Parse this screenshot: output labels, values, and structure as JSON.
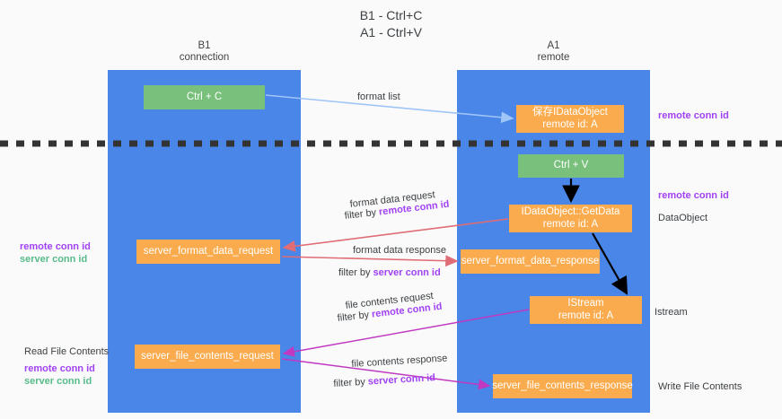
{
  "title": {
    "line1": "B1 - Ctrl+C",
    "line2": "A1 - Ctrl+V"
  },
  "lanes": [
    {
      "id": "b1",
      "name": "B1",
      "role": "connection"
    },
    {
      "id": "a1",
      "name": "A1",
      "role": "remote"
    }
  ],
  "nodes": {
    "ctrl_c": {
      "label": "Ctrl + C",
      "color": "#78c07c"
    },
    "save_idataobject": {
      "line1": "保存IDataObject",
      "line2": "remote id: A",
      "color": "#f9ab4e"
    },
    "ctrl_v": {
      "label": "Ctrl + V",
      "color": "#78c07c"
    },
    "getdata": {
      "line1": "IDataObject::GetData",
      "line2": "remote id: A",
      "color": "#f9ab4e"
    },
    "server_format_data_request": {
      "label": "server_format_data_request",
      "color": "#f9ab4e"
    },
    "server_format_data_response": {
      "label": "server_format_data_response",
      "color": "#f9ab4e"
    },
    "istream": {
      "line1": "IStream",
      "line2": "remote id: A",
      "color": "#f9ab4e"
    },
    "server_file_contents_request": {
      "label": "server_file_contents_request",
      "color": "#f9ab4e"
    },
    "server_file_contents_response": {
      "label": "server_file_contents_response",
      "color": "#f9ab4e"
    }
  },
  "edge_labels": {
    "format_list": "format list",
    "format_data_request": "format data request",
    "format_data_request_filter_prefix": "filter by ",
    "format_data_request_filter_key": "remote conn id",
    "format_data_response": "format data response",
    "format_data_response_filter_prefix": "filter by ",
    "format_data_response_filter_key": "server conn id",
    "file_contents_request": "file contents request",
    "file_contents_request_filter_prefix": "filter by ",
    "file_contents_request_filter_key": "remote conn id",
    "file_contents_response": "file contents response",
    "file_contents_response_filter_prefix": "filter by ",
    "file_contents_response_filter_key": "server conn id"
  },
  "annotations": {
    "right_remote_conn_id_top": "remote conn id",
    "right_remote_conn_id_mid": "remote conn id",
    "right_dataobject": "DataObject",
    "right_istream": "Istream",
    "right_write_file_contents": "Write File Contents",
    "left_format_remote": "remote conn id",
    "left_format_server": "server conn id",
    "left_read_file_contents": "Read File Contents",
    "left_file_remote": "remote conn id",
    "left_file_server": "server conn id"
  },
  "colors": {
    "lane": "#4a86e8",
    "green_node": "#78c07c",
    "orange_node": "#f9ab4e",
    "remote_key": "#a142f4",
    "server_key": "#57bb8a",
    "arrow_blue": "#9fc5f8",
    "arrow_red": "#e06c75",
    "arrow_magenta": "#c039c0",
    "arrow_black": "#000000",
    "background": "#fafafa",
    "divider": "#333333"
  }
}
